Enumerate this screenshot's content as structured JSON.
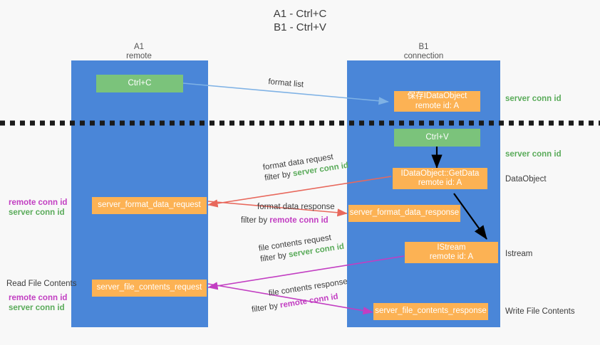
{
  "title": "A1 - Ctrl+C\nB1 - Ctrl+V",
  "columns": {
    "left": {
      "name": "A1",
      "subtitle": "remote",
      "header": "A1\nremote"
    },
    "right": {
      "name": "B1",
      "subtitle": "connection",
      "header": "B1\nconnection"
    }
  },
  "colors": {
    "lane": "#4a86d8",
    "green_box": "#7bc37b",
    "orange_box": "#fcb254",
    "server_conn_id": "#5aab5a",
    "remote_conn_id": "#c23ec2",
    "arrow_light_blue": "#7fb2e5",
    "arrow_red": "#e8685c",
    "arrow_magenta": "#c23ec2",
    "arrow_black": "#000000",
    "background": "#f8f8f8",
    "text": "#3c3c3c"
  },
  "boxes": {
    "ctrl_c": {
      "label": "Ctrl+C"
    },
    "ctrl_v": {
      "label": "Ctrl+V"
    },
    "save_idataobject": {
      "line1": "保存IDataObject",
      "line2": "remote id: A"
    },
    "getdata": {
      "line1": "IDataObject::GetData",
      "line2": "remote id: A"
    },
    "istream": {
      "line1": "IStream",
      "line2": "remote id: A"
    },
    "format_data_request": {
      "label": "server_format_data_request"
    },
    "format_data_response": {
      "label": "server_format_data_response"
    },
    "file_contents_request": {
      "label": "server_file_contents_request"
    },
    "file_contents_response": {
      "label": "server_file_contents_response"
    }
  },
  "right_annotations": {
    "server_conn_id_1": "server conn id",
    "server_conn_id_2": "server conn id",
    "dataobject": "DataObject",
    "istream": "Istream",
    "write_file_contents": "Write File Contents"
  },
  "left_annotations": {
    "format_remote": "remote conn id",
    "format_server": "server conn id",
    "read_file_contents": "Read File Contents",
    "file_remote": "remote conn id",
    "file_server": "server conn id"
  },
  "flows": {
    "format_list": {
      "label": "format list"
    },
    "format_data_request": {
      "line1": "format data request",
      "line2_prefix": "filter by ",
      "line2_key": "server conn id",
      "key_color": "green"
    },
    "format_data_response": {
      "line1": "format data response",
      "line2_prefix": "filter by ",
      "line2_key": "remote conn id",
      "key_color": "magenta"
    },
    "file_contents_request": {
      "line1": "file contents request",
      "line2_prefix": "filter by ",
      "line2_key": "server conn id",
      "key_color": "green"
    },
    "file_contents_response": {
      "line1": "file contents response",
      "line2_prefix": "filter by ",
      "line2_key": "remote conn id",
      "key_color": "magenta"
    }
  }
}
